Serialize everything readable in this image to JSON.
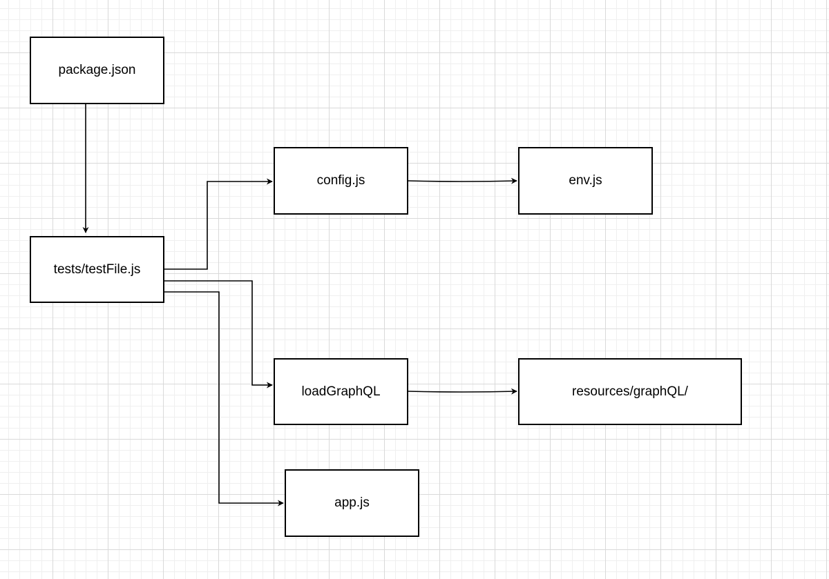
{
  "nodes": {
    "package_json": "package.json",
    "tests_file": "tests/testFile.js",
    "config_js": "config.js",
    "env_js": "env.js",
    "load_graphql": "loadGraphQL",
    "resources_graphql": "resources/graphQL/",
    "app_js": "app.js"
  },
  "edges": [
    {
      "from": "package.json",
      "to": "tests/testFile.js"
    },
    {
      "from": "tests/testFile.js",
      "to": "config.js"
    },
    {
      "from": "config.js",
      "to": "env.js"
    },
    {
      "from": "tests/testFile.js",
      "to": "loadGraphQL"
    },
    {
      "from": "loadGraphQL",
      "to": "resources/graphQL/"
    },
    {
      "from": "tests/testFile.js",
      "to": "app.js"
    }
  ],
  "colors": {
    "stroke": "#000000",
    "grid": "#d9d9d9",
    "background": "#ffffff"
  }
}
